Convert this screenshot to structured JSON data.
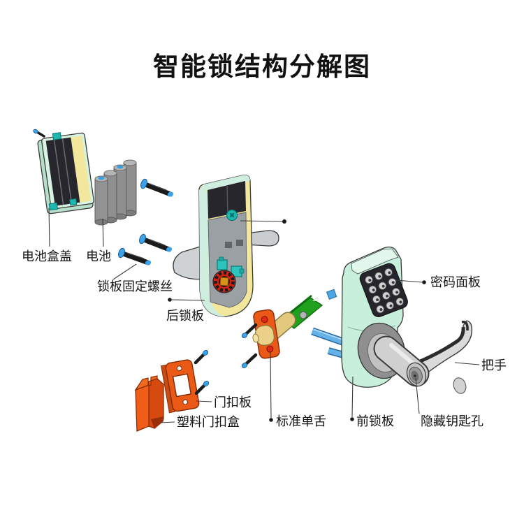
{
  "title": "智能锁结构分解图",
  "labels": {
    "battery_cover": "电池盒盖",
    "battery": "电池",
    "plate_screws": "锁板固定螺丝",
    "rear_plate": "后锁板",
    "keypad": "密码面板",
    "handle": "把手",
    "strike_plate": "门扣板",
    "strike_box": "塑料门扣盒",
    "latch": "标准单舌",
    "front_plate": "前锁板",
    "keyhole": "隐藏钥匙孔"
  },
  "colors": {
    "mint": "#cdeede",
    "mint_light": "#e2f8ec",
    "yellow": "#f2e79c",
    "teal": "#1cb8b0",
    "panel_dark": "#26262c",
    "battery_gray": "#909090",
    "screw_blue": "#3aa2e8",
    "rod_blue": "#64b2e8",
    "orange": "#ea5a16",
    "green": "#1fa01f",
    "gear_red": "#d42010",
    "metal_gray": "#d4d4d4"
  }
}
